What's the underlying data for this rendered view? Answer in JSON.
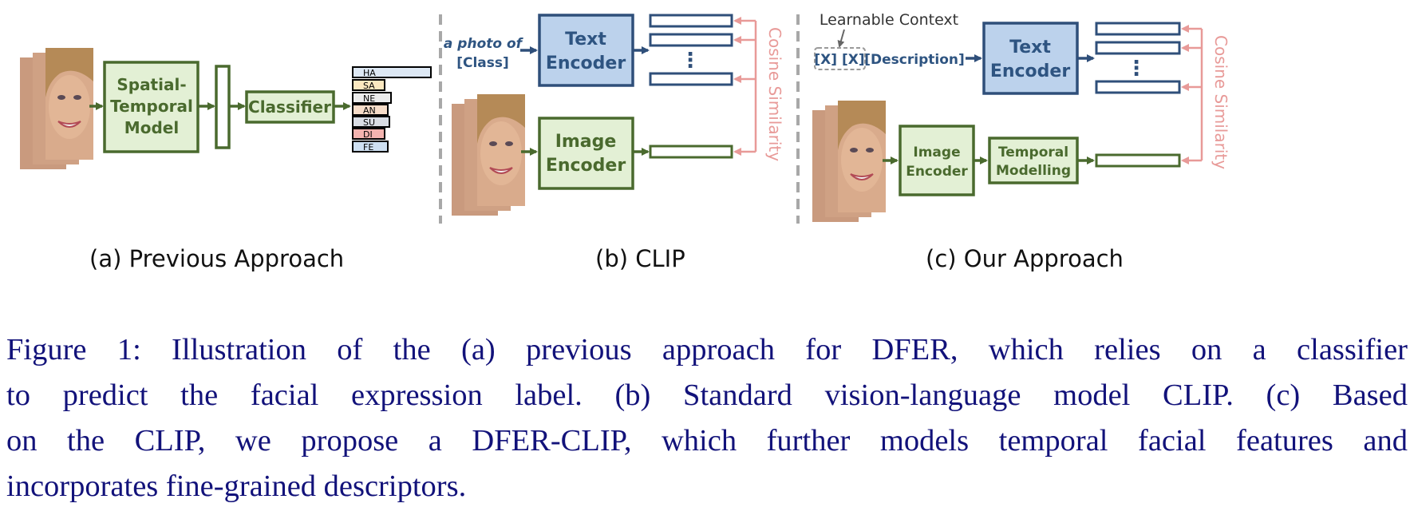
{
  "panel_a": {
    "model_label": [
      "Spatial-",
      "Temporal",
      "Model"
    ],
    "classifier_label": "Classifier",
    "class_labels": [
      "HA",
      "SA",
      "NE",
      "AN",
      "SU",
      "DI",
      "FE"
    ],
    "caption": "(a) Previous Approach"
  },
  "panel_b": {
    "prompt_line1": "a photo of",
    "prompt_line2": "[Class]",
    "text_encoder_label": [
      "Text",
      "Encoder"
    ],
    "image_encoder_label": [
      "Image",
      "Encoder"
    ],
    "ellipsis": "⋮",
    "similarity_label": "Cosine Similarity",
    "caption": "(b) CLIP"
  },
  "panel_c": {
    "learnable_context_label": "Learnable Context",
    "context_tokens": "[X] [X]",
    "description_token": "[Description]",
    "text_encoder_label": [
      "Text",
      "Encoder"
    ],
    "image_encoder_label": [
      "Image",
      "Encoder"
    ],
    "temporal_label": [
      "Temporal",
      "Modelling"
    ],
    "ellipsis": "⋮",
    "similarity_label": "Cosine Similarity",
    "caption": "(c) Our Approach"
  },
  "caption": {
    "lines": [
      "Figure 1: Illustration of the (a) previous approach for DFER, which relies on a classifier",
      "to predict the facial expression label. (b) Standard vision-language model CLIP. (c) Based",
      "on the CLIP, we propose a DFER-CLIP, which further models temporal facial features and",
      "incorporates fine-grained descriptors."
    ]
  },
  "colors": {
    "green_stroke": "#4a6a2e",
    "green_fill": "#e3f0d5",
    "blue_stroke": "#2f4f7a",
    "blue_fill": "#bcd2ec",
    "blue_text": "#2e5481",
    "pink": "#e89a98",
    "gray_dash": "#a8a8a8",
    "caption_text": "#12127a"
  }
}
